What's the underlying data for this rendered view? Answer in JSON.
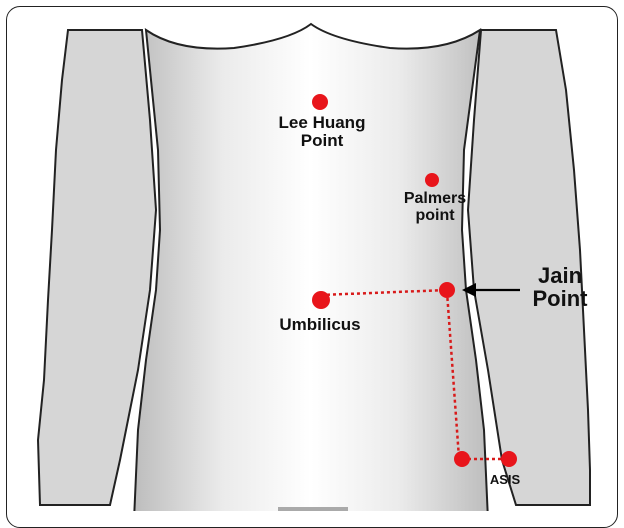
{
  "diagram": {
    "points": {
      "lee_huang": {
        "line1": "Lee Huang",
        "line2": "Point"
      },
      "palmers": {
        "line1": "Palmers",
        "line2": "point"
      },
      "umbilicus": {
        "label": "Umbilicus"
      },
      "jain": {
        "line1": "Jain",
        "line2": "Point"
      },
      "asis": {
        "label": "ASIS"
      }
    },
    "colors": {
      "point": "#e8151b",
      "dotted_line": "#d81a1a",
      "outline": "#222222",
      "arm_fill": "#d6d6d6",
      "torso_center": "#ffffff",
      "torso_edge": "#bfbfbf"
    }
  }
}
